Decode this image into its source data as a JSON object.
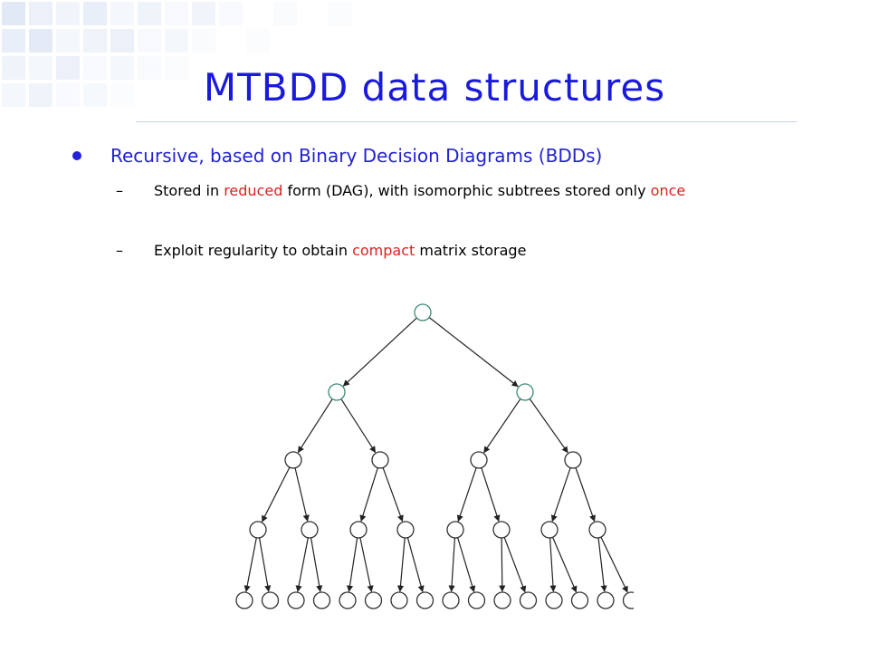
{
  "slide": {
    "title": "MTBDD data structures",
    "bullet": "Recursive, based on Binary Decision Diagrams (BDDs)",
    "sub1": {
      "dash": "–",
      "p1": "Stored in ",
      "h1": "reduced",
      "p2": " form (DAG), with isomorphic subtrees stored only ",
      "h2": "once"
    },
    "sub2": {
      "dash": "–",
      "p1": "Exploit regularity to obtain ",
      "h1": "compact",
      "p2": " matrix storage"
    }
  },
  "colors": {
    "title": "#1a1adb",
    "bullet": "#2222d4",
    "highlight": "#e02020",
    "upper_node_stroke": "#3f8a7a",
    "node_stroke": "#333333",
    "edge": "#222222",
    "bg_square": "#c9d6ee"
  },
  "tree": {
    "levels": 5,
    "description_free": true
  }
}
